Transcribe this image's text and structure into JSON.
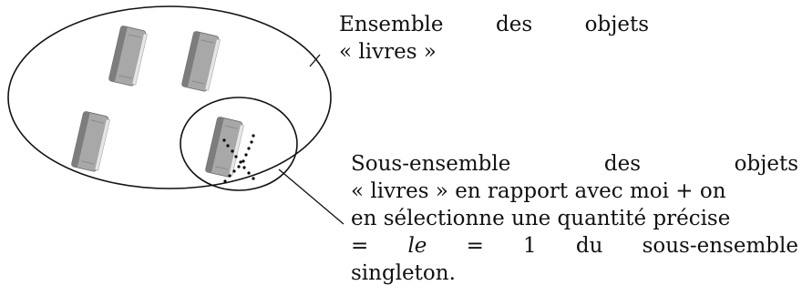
{
  "labels": {
    "set_title": {
      "line1_words": [
        "Ensemble",
        "des",
        "objets"
      ],
      "line2": "« livres »"
    },
    "subset_description": {
      "line1_words": [
        "Sous-ensemble",
        "des",
        "objets"
      ],
      "line2": "« livres » en rapport avec moi + on",
      "line3": "en sélectionne une quantité précise",
      "line4_parts": [
        "=",
        "le",
        "=",
        "1",
        "du",
        "sous-ensemble"
      ],
      "line5": "singleton."
    }
  },
  "diagram": {
    "book_count_in_set": 4,
    "book_count_in_subset": 1,
    "selected_book_marked_with": "dotted X",
    "colors": {
      "outline": "#111111",
      "book_cover": "#a8a8a8",
      "book_spine": "#7d7d7d",
      "book_pages": "#e6e6e6",
      "dots": "#000000"
    }
  }
}
